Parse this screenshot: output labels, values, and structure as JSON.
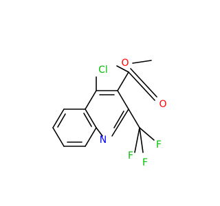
{
  "molecule": {
    "atoms": {
      "cl": "Cl",
      "o_ether": "O",
      "o_carbonyl": "O",
      "n": "N",
      "f1": "F",
      "f2": "F",
      "f3": "F"
    },
    "colors": {
      "bond": "#000000",
      "chlorine": "#00c000",
      "oxygen": "#ff0000",
      "nitrogen": "#0000ff",
      "fluorine": "#00c000"
    }
  }
}
